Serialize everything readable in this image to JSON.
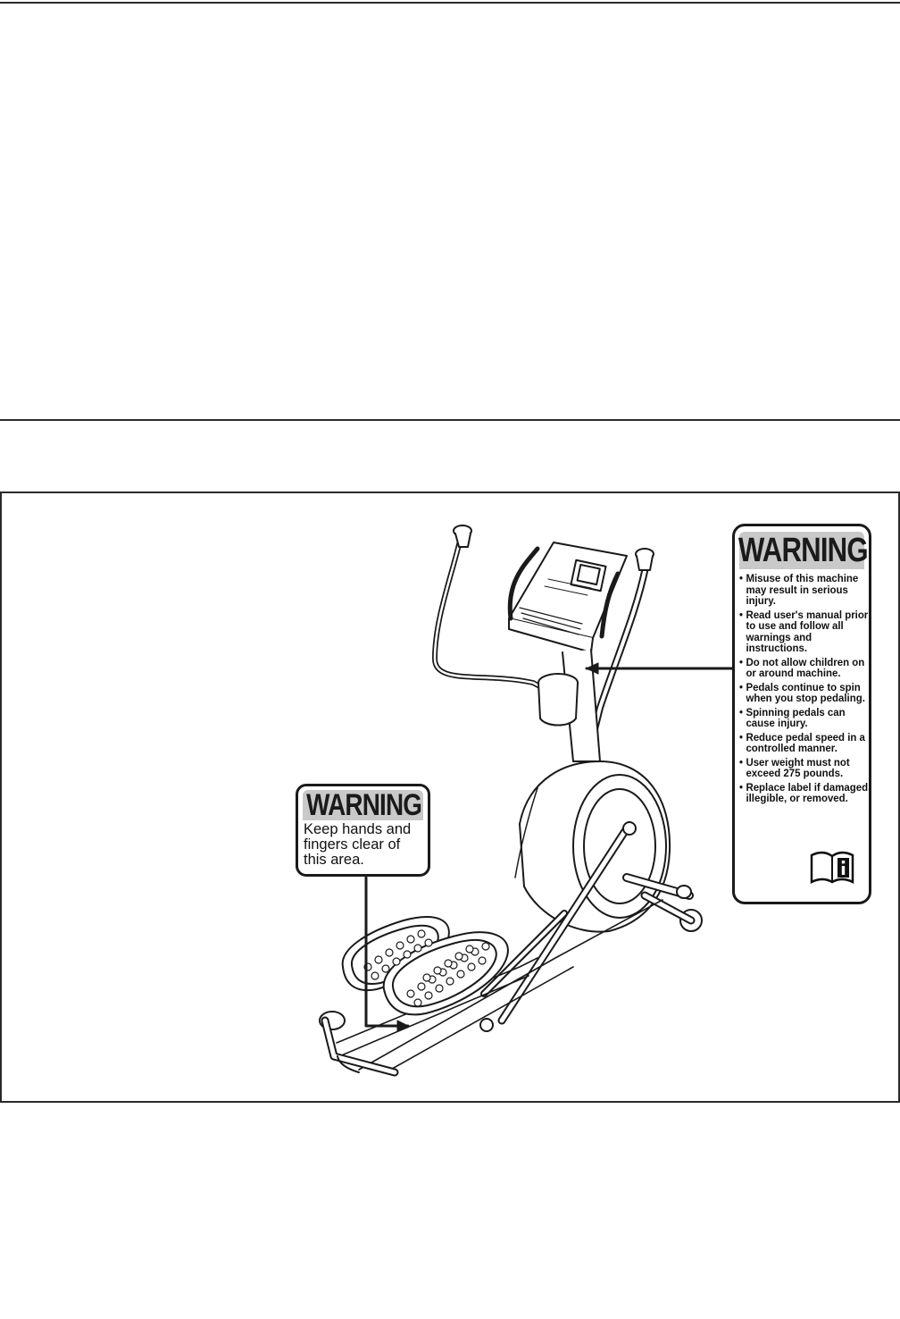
{
  "page": {
    "label_small": {
      "heading": "WARNING",
      "body": [
        "Keep hands and",
        "fingers clear of",
        "this area."
      ]
    },
    "label_large": {
      "heading": "WARNING",
      "items": [
        "Misuse of this machine may result in serious injury.",
        "Read user's manual prior to use and follow all warnings and instructions.",
        "Do not allow children on or around machine.",
        "Pedals continue to spin when you stop pedaling.",
        "Spinning pedals can cause injury.",
        "Reduce pedal speed in a controlled manner.",
        "User weight must not exceed 275 pounds.",
        "Replace label if damaged, illegible, or removed."
      ]
    },
    "icons": {
      "warning": "warning-triangle-icon",
      "manual": "read-manual-icon"
    }
  }
}
